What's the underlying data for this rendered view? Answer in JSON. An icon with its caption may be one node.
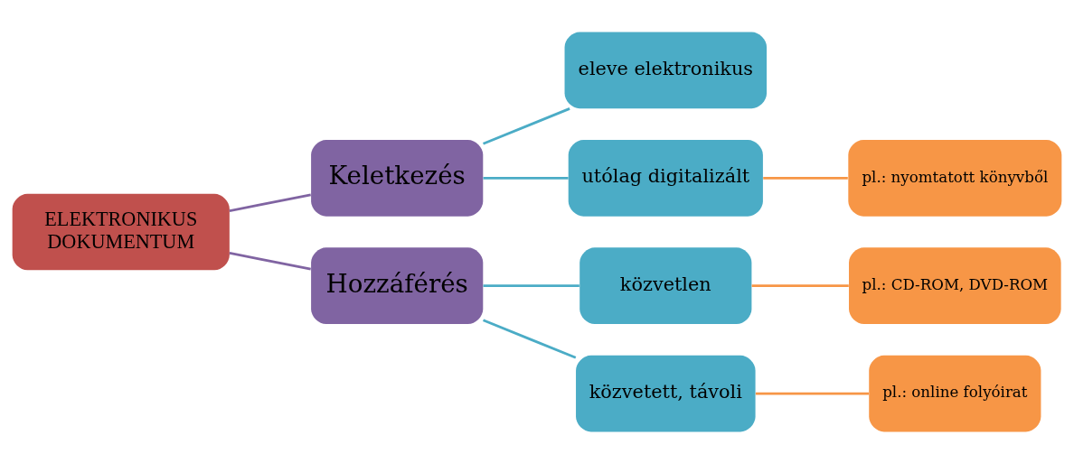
{
  "diagram": {
    "nodes": [
      {
        "text": [
          "ELEKTRONIKUS DOKUMENTUM"
        ]
      },
      {
        "text": [
          "Keletkezés"
        ]
      },
      {
        "text": [
          "Hozzáférés"
        ]
      },
      {
        "text": [
          "eleve elektronikus"
        ]
      },
      {
        "text": [
          "utólag digitalizált"
        ]
      },
      {
        "text": [
          "közvetlen"
        ]
      },
      {
        "text": [
          "közvetett, távoli"
        ]
      },
      {
        "text": [
          "pl.: nyomtatott könyvből"
        ]
      },
      {
        "text": [
          "pl.: CD-ROM, DVD-ROM"
        ]
      },
      {
        "text": [
          "pl.: online folyóirat"
        ]
      }
    ],
    "edges": [
      {
        "from": 0,
        "to": 1,
        "arrow": "none",
        "color": "#8064a2"
      },
      {
        "from": 0,
        "to": 2,
        "arrow": "none",
        "color": "#8064a2"
      },
      {
        "from": 1,
        "to": 3,
        "arrow": "none"
      },
      {
        "from": 1,
        "to": 4,
        "arrow": "none"
      },
      {
        "from": 2,
        "to": 5,
        "arrow": "none"
      },
      {
        "from": 2,
        "to": 6,
        "arrow": "none"
      },
      {
        "from": 4,
        "to": 7,
        "arrow": "none",
        "color": "#f79646"
      },
      {
        "from": 5,
        "to": 8,
        "arrow": "none",
        "color": "#f79646"
      },
      {
        "from": 6,
        "to": 9,
        "arrow": "none",
        "color": "#f79646"
      }
    ]
  }
}
